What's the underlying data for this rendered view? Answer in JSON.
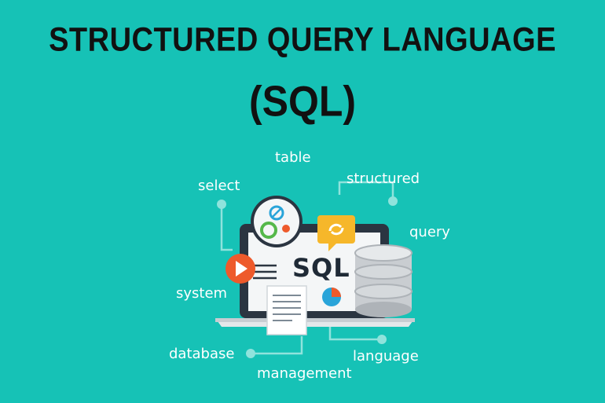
{
  "title": {
    "line1": "STRUCTURED QUERY LANGUAGE",
    "line2": "(SQL)"
  },
  "keywords": {
    "table": "table",
    "select": "select",
    "structured": "structured",
    "query": "query",
    "system": "system",
    "database": "database",
    "management": "management",
    "language": "language"
  },
  "screen_label": "SQL",
  "icons": [
    "gears-icon",
    "chat-refresh-icon",
    "play-icon",
    "database-icon",
    "document-icon",
    "pie-chart-icon",
    "laptop-icon"
  ],
  "colors": {
    "background": "#16c2b6",
    "title": "#111111",
    "play": "#ee5a2b",
    "chat": "#f6b72a",
    "laptop_frame": "#2b3541",
    "database": "#c9cdd1"
  }
}
